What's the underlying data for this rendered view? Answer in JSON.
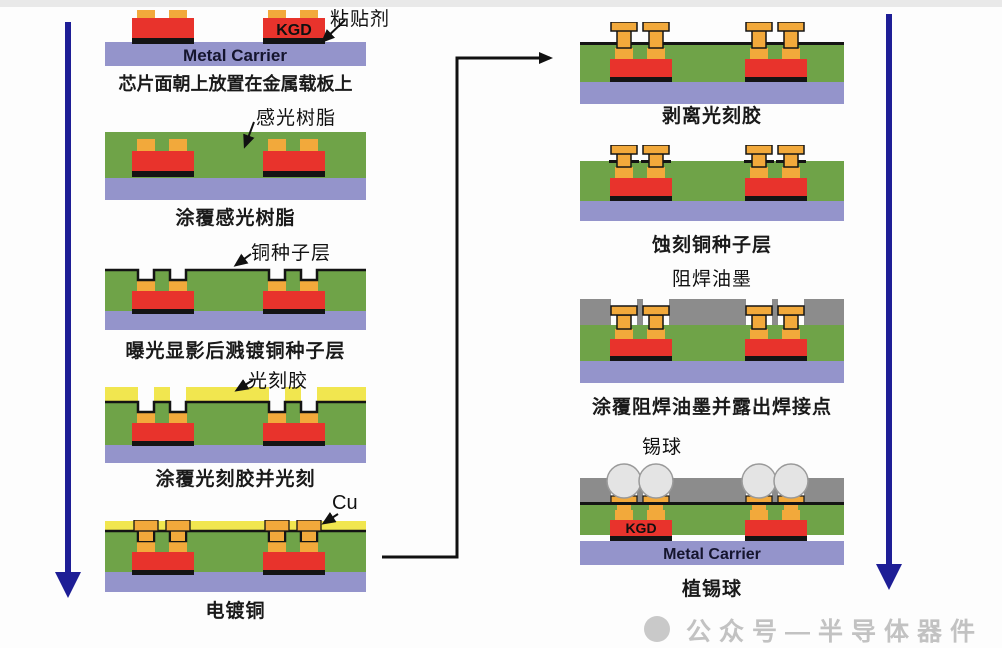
{
  "title_context": "fan-out-wafer-level-packaging-process-flow",
  "colors": {
    "die_red": "#e8332c",
    "pad_copper": "#f2a93b",
    "resin_green": "#6fa348",
    "carrier_purple": "#9494cb",
    "photoresist_yellow": "#f1e64f",
    "solder_mask_gray": "#8c8c8c",
    "solder_ball_gray": "#e4e4e4",
    "flow_arrow_blue": "#1e1e96",
    "adhesive_black": "#141414"
  },
  "steps": [
    {
      "caption": "芯片面朝上放置在金属载板上",
      "annotation": "粘贴剂",
      "die_label": "KGD",
      "carrier_label": "Metal Carrier"
    },
    {
      "caption": "涂覆感光树脂",
      "annotation": "感光树脂"
    },
    {
      "caption": "曝光显影后溅镀铜种子层",
      "annotation": "铜种子层"
    },
    {
      "caption": "涂覆光刻胶并光刻",
      "annotation": "光刻胶"
    },
    {
      "caption": "电镀铜",
      "annotation": "Cu"
    },
    {
      "caption": "剥离光刻胶"
    },
    {
      "caption": "蚀刻铜种子层"
    },
    {
      "caption": "涂覆阻焊油墨并露出焊接点",
      "annotation": "阻焊油墨"
    },
    {
      "caption": "植锡球",
      "annotation": "锡球",
      "die_label": "KGD",
      "carrier_label": "Metal Carrier"
    }
  ],
  "watermark": {
    "text": "公众号—半导体器件"
  }
}
